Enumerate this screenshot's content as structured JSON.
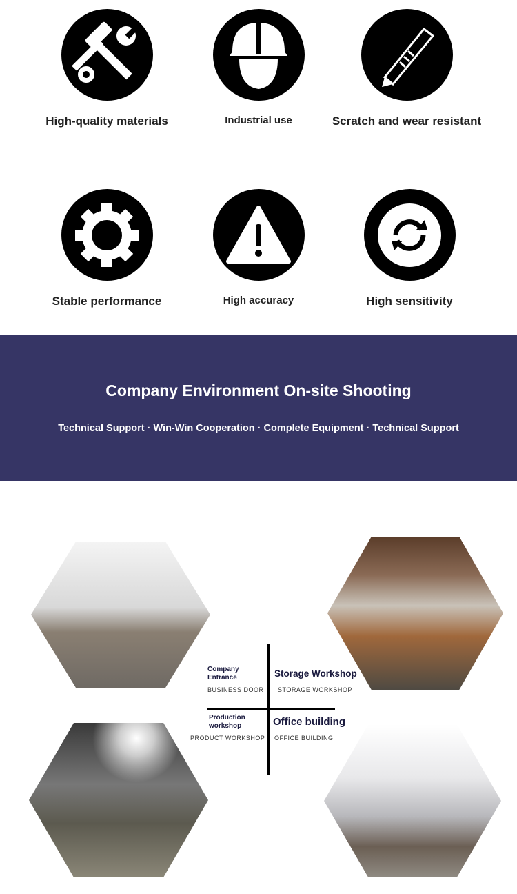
{
  "features": [
    {
      "label": "High-quality materials",
      "icon": "tools-icon"
    },
    {
      "label": "Industrial use",
      "icon": "hard-hat-icon"
    },
    {
      "label": "Scratch and wear resistant",
      "icon": "utility-knife-icon"
    },
    {
      "label": "Stable performance",
      "icon": "gear-icon"
    },
    {
      "label": "High accuracy",
      "icon": "warning-icon"
    },
    {
      "label": "High sensitivity",
      "icon": "refresh-icon"
    }
  ],
  "banner": {
    "title": "Company Environment On-site Shooting",
    "subtitle": "Technical Support · Win-Win Cooperation · Complete Equipment · Technical Support",
    "color": "#363565"
  },
  "gallery": [
    {
      "title": "Company Entrance",
      "sub": "BUSINESS DOOR"
    },
    {
      "title": "Storage Workshop",
      "sub": "STORAGE WORKSHOP"
    },
    {
      "title": "Production workshop",
      "sub": "PRODUCT WORKSHOP"
    },
    {
      "title": "Office building",
      "sub": "OFFICE BUILDING"
    }
  ]
}
